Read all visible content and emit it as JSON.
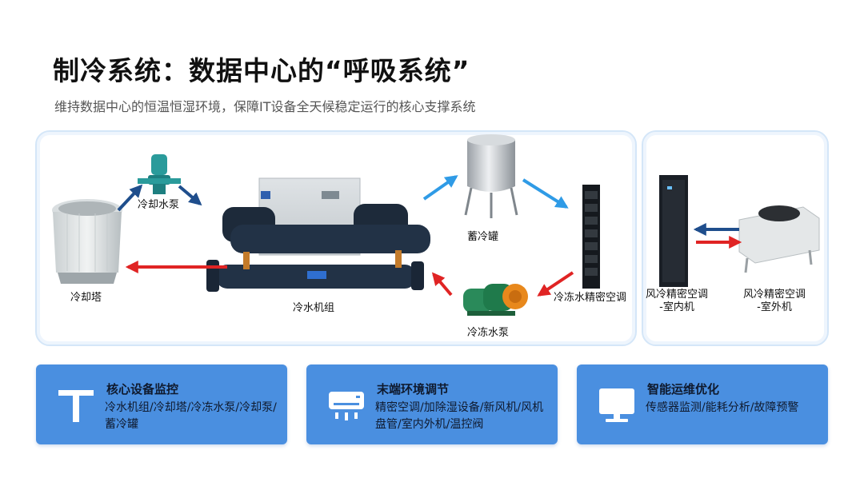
{
  "header": {
    "title": "制冷系统：数据中心的“呼吸系统”",
    "subtitle": "维持数据中心的恒温恒湿环境，保障IT设备全天候稳定运行的核心支撑系统"
  },
  "diagram": {
    "labels": {
      "cooling_tower": "冷却塔",
      "cooling_pump": "冷却水泵",
      "chiller": "冷水机组",
      "storage_tank": "蓄冷罐",
      "chilled_pump": "冷冻水泵",
      "precision_ac": "冷冻水精密空调",
      "air_indoor_line1": "风冷精密空调",
      "air_indoor_line2": "-室内机",
      "air_outdoor_line1": "风冷精密空调",
      "air_outdoor_line2": "-室外机"
    },
    "colors": {
      "hot": "#e02424",
      "cold": "#2f9be6",
      "dark": "#1f4e8c"
    }
  },
  "cards": [
    {
      "icon": "text-t-icon",
      "title": "核心设备监控",
      "desc": "冷水机组/冷却塔/冷冻水泵/冷却泵/蓄冷罐"
    },
    {
      "icon": "air-conditioner-icon",
      "title": "末端环境调节",
      "desc": "精密空调/加除湿设备/新风机/风机盘管/室内外机/温控阀"
    },
    {
      "icon": "monitor-icon",
      "title": "智能运维优化",
      "desc": "传感器监测/能耗分析/故障预警"
    }
  ]
}
